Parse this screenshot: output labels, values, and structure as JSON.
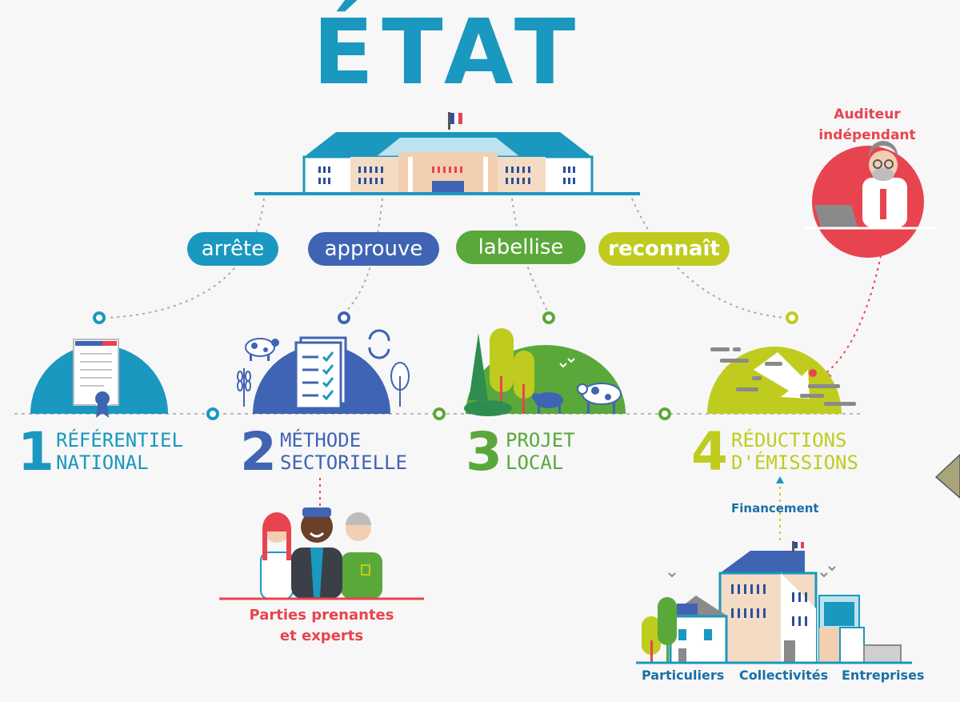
{
  "title": "ÉTAT",
  "actions": [
    {
      "label": "arrête",
      "color": "#1a98bf"
    },
    {
      "label": "approuve",
      "color": "#3f64b4"
    },
    {
      "label": "labellise",
      "color": "#5aa83a"
    },
    {
      "label": "reconnaît",
      "color": "#bfcc1f"
    }
  ],
  "steps": [
    {
      "number": "1",
      "line1": "RÉFÉRENTIEL",
      "line2": "NATIONAL",
      "color": "#1a98bf"
    },
    {
      "number": "2",
      "line1": "MÉTHODE",
      "line2": "SECTORIELLE",
      "color": "#3f64b4"
    },
    {
      "number": "3",
      "line1": "PROJET",
      "line2": "LOCAL",
      "color": "#5aa83a"
    },
    {
      "number": "4",
      "line1": "RÉDUCTIONS",
      "line2": "D'ÉMISSIONS",
      "color": "#bfcc1f"
    }
  ],
  "auditor": {
    "line1": "Auditeur",
    "line2": "indépendant",
    "color": "#e8444f"
  },
  "stakeholders": {
    "line1": "Parties prenantes",
    "line2": "et experts"
  },
  "financing": "Financement",
  "funders": [
    "Particuliers",
    "Collectivités",
    "Entreprises"
  ]
}
